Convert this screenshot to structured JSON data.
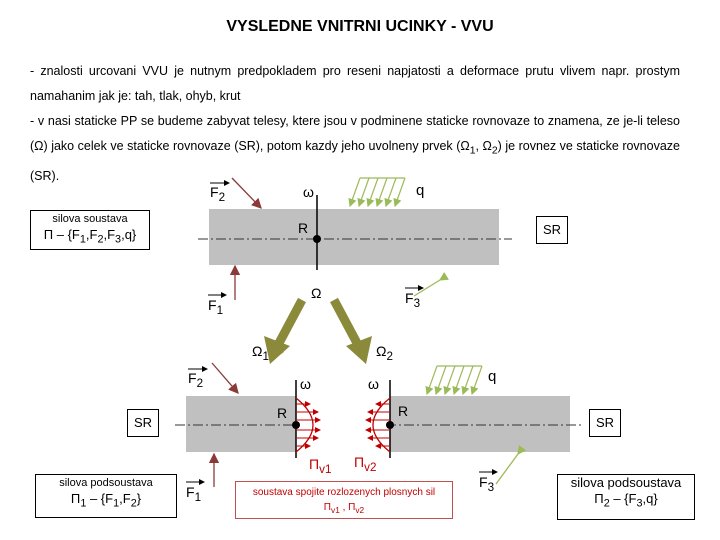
{
  "title": "VYSLEDNE VNITRNI UCINKY - VVU",
  "paragraph1": "- znalosti urcovani VVU je nutnym predpokladem pro reseni napjatosti a deformace prutu vlivem napr. prostym namahanim jak je: tah, tlak, ohyb, krut",
  "paragraph2": "- v nasi staticke PP se budeme zabyvat telesy, ktere jsou v podminene staticke rovnovaze to znamena, ze je-li teleso (Ω) jako celek ve staticke rovnovaze  (SR), potom kazdy jeho uvolneny prvek (Ω1, Ω2) je rovnez ve staticke rovnovaze (SR).",
  "box_system": {
    "line1": "silova soustava",
    "line2": "Π – {F1,F2,F3,q}"
  },
  "box_sub1": {
    "line1": "silova podsoustava",
    "line2": "Π1 – {F1,F2}"
  },
  "box_sub2": {
    "line1": "silova podsoustava",
    "line2": "Π2 – {F3,q}"
  },
  "box_planar": {
    "line1": "soustava spojite rozlozenych plosnych sil",
    "line2": "Πv1 , Πv2"
  },
  "sr_label": "SR",
  "labels": {
    "F1": "F1",
    "F2": "F2",
    "F3": "F3",
    "q": "q",
    "omega_small": "ω",
    "R": "R",
    "Omega": "Ω",
    "Omega1": "Ω1",
    "Omega2": "Ω2",
    "Pi_v1": "Πv1",
    "Pi_v2": "Πv2"
  },
  "colors": {
    "beam": "#c0c0c0",
    "force_arrow": "#8b3a3a",
    "load_arrow": "#9bbb59",
    "split_arrow": "#8a8a3a",
    "stress": "#c00000"
  }
}
